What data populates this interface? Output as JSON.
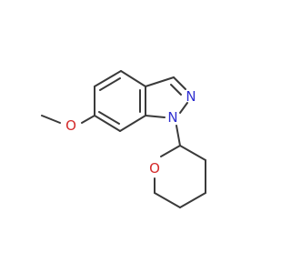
{
  "atom_labels": {
    "methoxy_oxygen": "O",
    "indazole_n2": "N",
    "indazole_n1": "N",
    "ring_oxygen": "O"
  },
  "colors": {
    "bond": "#3a3a3a",
    "nitrogen": "#2f2fd0",
    "oxygen": "#d42a2a"
  }
}
